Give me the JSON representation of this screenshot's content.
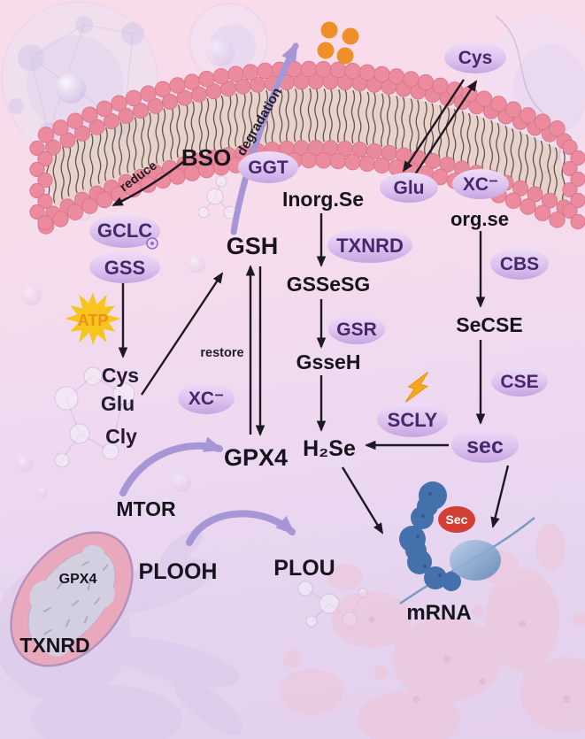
{
  "figure": {
    "type": "biological-pathway-diagram",
    "subject": "Glutathione and selenium metabolism pathway with GPX4"
  },
  "palette": {
    "background_top": "#f9dcea",
    "background_bottom": "#e3d0ec",
    "membrane_head": "#ec8b9e",
    "membrane_tail": "#4a3f33",
    "pill_light": "#eeddf7",
    "pill_dark": "#c6a5e2",
    "pill_text": "#46276b",
    "label_text": "#17131c",
    "accent_arrow_purple": "#a796d6",
    "orange_dot": "#ee8f27",
    "atp_yellow": "#f7c51e",
    "atp_text": "#ef8e1c",
    "lightning_orange": "#f6a81c",
    "sec_badge_bg": "#d23f35",
    "sec_badge_text": "#ffffff",
    "ribosome_blue": "#4470ab",
    "ribosome_light_blue": "#8aadd3"
  },
  "pills": {
    "cys_top": "Cys",
    "glu_mem": "Glu",
    "xc_mem": "XC⁻",
    "ggt": "GGT",
    "gclc": "GCLC",
    "gss": "GSS",
    "txnrd": "TXNRD",
    "gsr": "GSR",
    "cbs": "CBS",
    "cse": "CSE",
    "scly": "SCLY",
    "sec": "sec",
    "xc_cyt": "XC⁻"
  },
  "labels": {
    "bso": "BSO",
    "inorg_se": "Inorg.Se",
    "org_se": "org.se",
    "gsh": "GSH",
    "gssesg": "GSSeSG",
    "gsseh": "GsseH",
    "h2se": "H₂Se",
    "secse": "SeCSE",
    "gpx4": "GPX4",
    "cys": "Cys",
    "glu": "Glu",
    "cly": "Cly",
    "mtor": "MTOR",
    "plooh": "PLOOH",
    "plou": "PLOU",
    "mrna": "mRNA",
    "txnrd_mito": "TXNRD",
    "gpx4_mito": "GPX4"
  },
  "annotations": {
    "degradation": "degradation",
    "reduce": "reduce",
    "restore": "restore"
  },
  "badges": {
    "atp": "ATP",
    "sec_residue": "Sec"
  }
}
